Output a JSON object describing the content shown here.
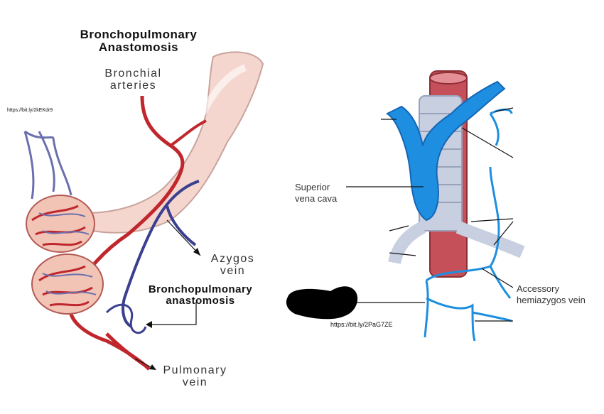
{
  "left_diagram": {
    "title_line1": "Bronchopulmonary",
    "title_line2": "Anastomosis",
    "bronchial_line1": "Bronchial",
    "bronchial_line2": "arteries",
    "azygos_line1": "Azygos",
    "azygos_line2": "vein",
    "anastomosis_line1": "Bronchopulmonary",
    "anastomosis_line2": "anastomosis",
    "pulmonary_line1": "Pulmonary",
    "pulmonary_line2": "vein",
    "source_url": "https://bit.ly/2kEKdr9"
  },
  "right_diagram": {
    "svc_line1": "Superior",
    "svc_line2": "vena cava",
    "accessory_line1": "Accessory",
    "accessory_line2": "hemiazygos vein",
    "source_url": "https://bit.ly/2PaG7ZE"
  },
  "colors": {
    "artery_red": "#c0272d",
    "vein_blue": "#3b3f8f",
    "caval_blue": "#1e8fe0",
    "lung_pink": "#f3d3c8",
    "redaction": "#000000"
  }
}
